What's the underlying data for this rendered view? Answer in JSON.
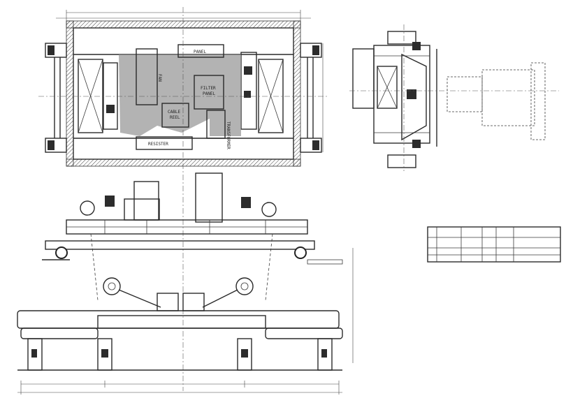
{
  "plan_labels": {
    "panel": "PANEL",
    "fan": "FAN",
    "filter_panel_1": "FILTER",
    "filter_panel_2": "PANEL",
    "cable_reel_1": "CABLE",
    "cable_reel_2": "REEL",
    "transformer": "TRANSFORMER",
    "resistor": "RESISTER"
  },
  "colors": {
    "line": "#2a2a2a",
    "fill_gray": "#9a9a9a",
    "background": "#ffffff"
  },
  "icons": [
    "rail-wheel-icon",
    "dimension-arrow-icon"
  ]
}
